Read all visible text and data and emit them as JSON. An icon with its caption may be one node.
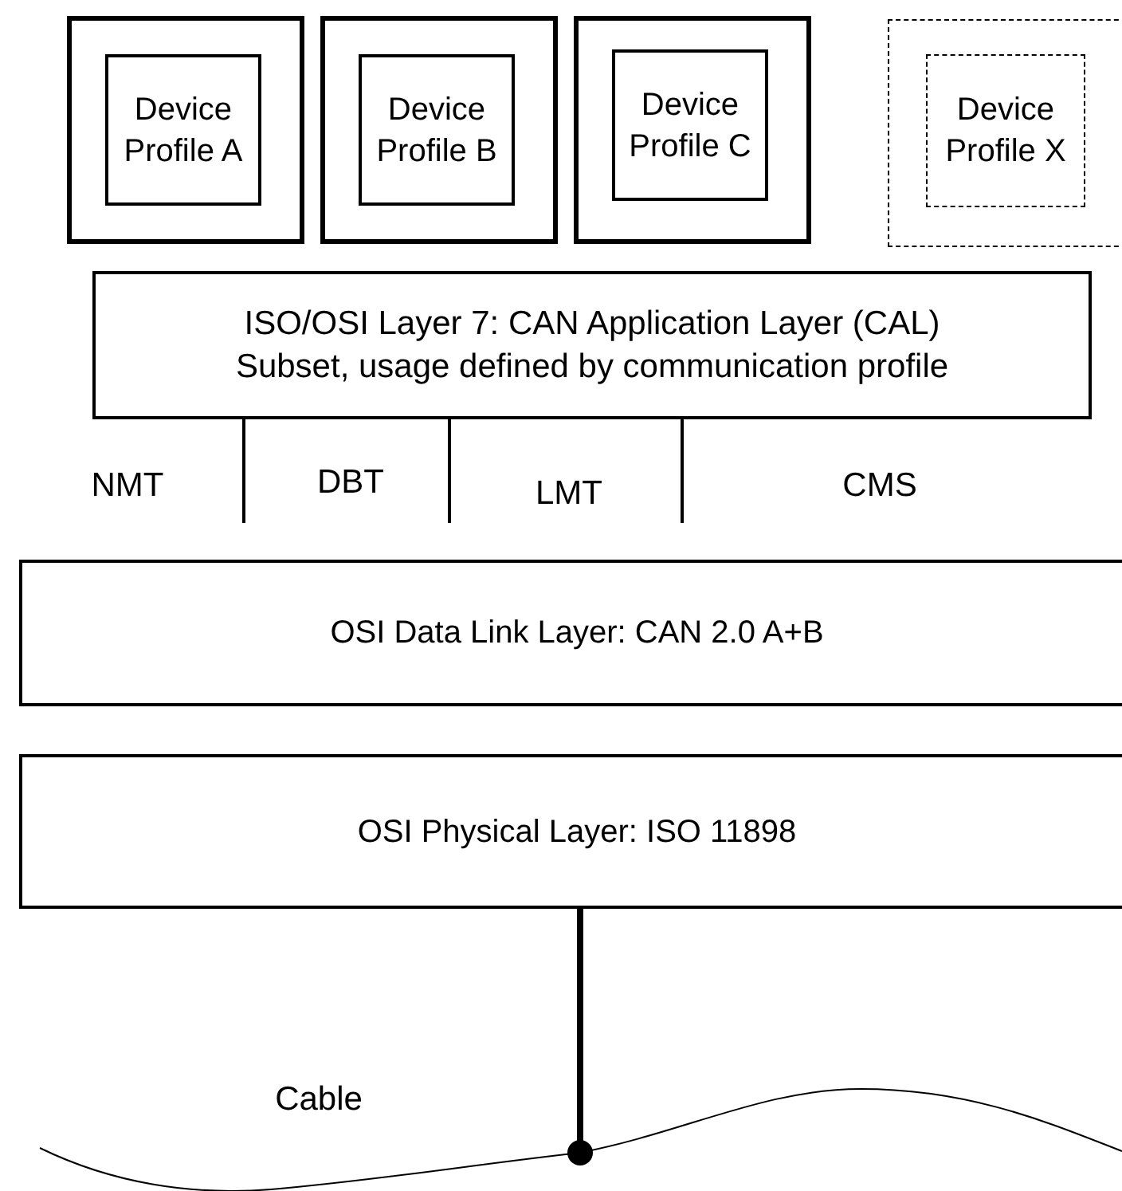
{
  "diagram": {
    "nodes": [
      {
        "text": [],
        "shape": "box"
      },
      {
        "text": [
          "Device Profile A"
        ],
        "in": 0
      },
      {
        "text": [],
        "shape": "box"
      },
      {
        "text": [
          "Device Profile B"
        ],
        "in": 2
      },
      {
        "text": [],
        "shape": "box"
      },
      {
        "text": [
          "Device Profile C"
        ],
        "in": 4
      },
      {
        "text": [],
        "shape": "box"
      },
      {
        "text": [
          "Device Profile X"
        ],
        "in": 6
      },
      {
        "text": [
          "ISO/OSI Layer 7: CAN Application Layer (CAL)",
          "Subset, usage defined by communication profile"
        ]
      },
      {
        "text": [
          "OSI Data Link Layer: CAN 2.0 A+B"
        ]
      },
      {
        "text": [
          "OSI Physical Layer: ISO 11898"
        ]
      },
      {
        "text": [
          "Cable"
        ]
      }
    ],
    "edges": [
      {
        "from": 10,
        "to": 11,
        "arrow": "other"
      }
    ],
    "labels": [
      "NMT",
      "DBT",
      "LMT",
      "CMS"
    ]
  }
}
